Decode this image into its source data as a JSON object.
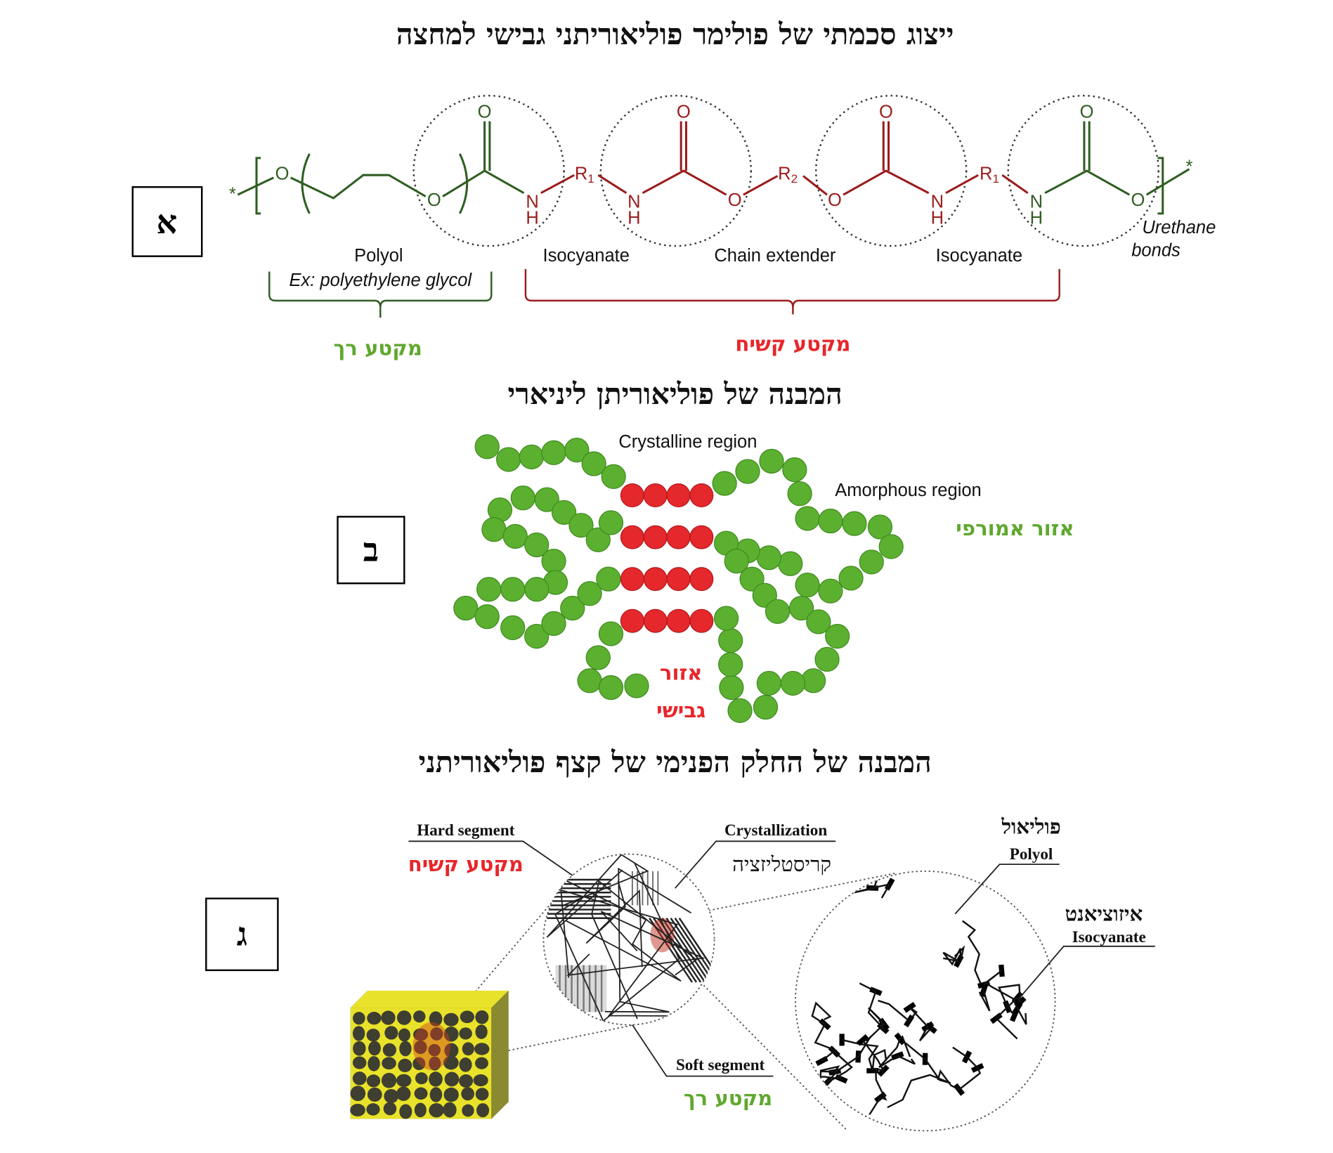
{
  "titles": {
    "a": "ייצוג סכמתי של פולימר פוליאוריתני גבישי למחצה",
    "b": "המבנה של פוליאוריתן ליניארי",
    "c": "המבנה של החלק הפנימי של קצף פוליאוריתני"
  },
  "panel_labels": {
    "a": "א",
    "b": "ב",
    "c": "ג"
  },
  "section_a": {
    "atoms": {
      "O": "O",
      "N": "N",
      "H": "H",
      "R1": "R",
      "R1_sub": "1",
      "R2": "R",
      "R2_sub": "2",
      "star": "*"
    },
    "labels": {
      "polyol": "Polyol",
      "polyol_example": "Ex: polyethylene glycol",
      "isocyanate_1": "Isocyanate",
      "chain_extender": "Chain extender",
      "isocyanate_2": "Isocyanate",
      "urethane": "Urethane",
      "bonds": "bonds"
    },
    "soft_segment_he": "מקטע רך",
    "hard_segment_he": "מקטע קשיח"
  },
  "section_b": {
    "crystalline_region": "Crystalline region",
    "amorphous_region": "Amorphous region",
    "amorphous_he": "אזור אמורפי",
    "crystalline_he_1": "אזור",
    "crystalline_he_2": "גבישי"
  },
  "section_c": {
    "hard_segment": "Hard segment",
    "hard_segment_he": "מקטע קשיח",
    "crystallization": "Crystallization",
    "crystallization_he": "קריסטליזציה",
    "polyol_he": "פוליאול",
    "polyol": "Polyol",
    "isocyanate_he": "איזוציאנט",
    "isocyanate": "Isocyanate",
    "soft_segment": "Soft segment",
    "soft_segment_he": "מקטע רך"
  },
  "colors": {
    "green": "#5fa82e",
    "dark_green": "#2f5e22",
    "red": "#e8262a",
    "dark_red": "#9b1c1c",
    "bead_green": "#5cb030",
    "bead_red": "#e5282c",
    "foam_yellow": "#e9e22a"
  }
}
